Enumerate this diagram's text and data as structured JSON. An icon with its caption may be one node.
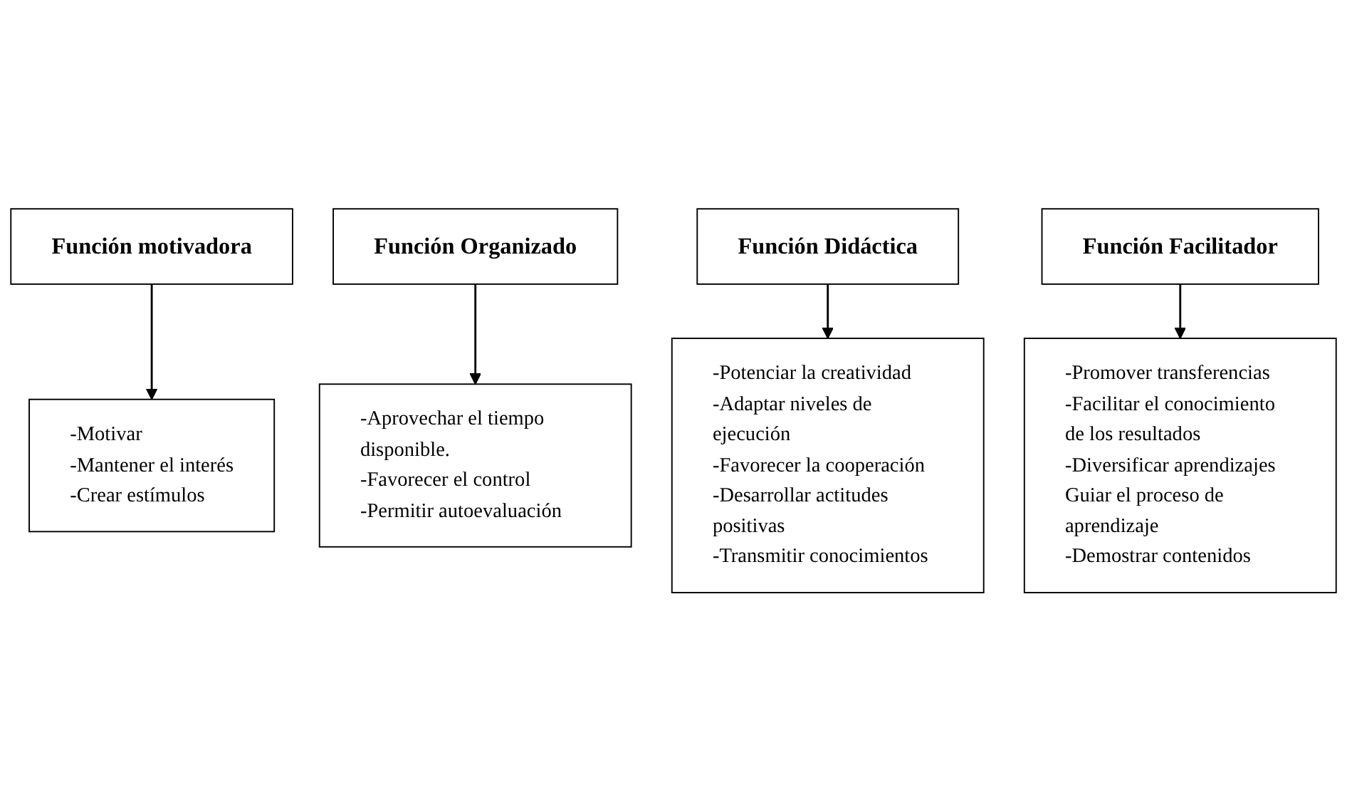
{
  "diagram": {
    "nodes": [
      {
        "text": [
          "Función motivadora"
        ]
      },
      {
        "text": [
          "Función Organizado"
        ]
      },
      {
        "text": [
          "Función Didáctica"
        ]
      },
      {
        "text": [
          "Función Facilitador"
        ]
      },
      {
        "text": [
          "-Motivar",
          "-Mantener el interés",
          "-Crear estímulos"
        ]
      },
      {
        "text": [
          "-Aprovechar el tiempo disponible.",
          "-Favorecer el control",
          "-Permitir autoevaluación"
        ]
      },
      {
        "text": [
          "-Potenciar la creatividad",
          "-Adaptar niveles de ejecución",
          "-Favorecer la cooperación",
          "-Desarrollar actitudes positivas",
          "-Transmitir conocimientos"
        ]
      },
      {
        "text": [
          "-Promover transferencias",
          "-Facilitar el conocimiento de los resultados",
          "-Diversificar aprendizajes",
          "Guiar el proceso de aprendizaje",
          "-Demostrar contenidos"
        ]
      }
    ],
    "edges": [
      {
        "from": 0,
        "to": 4,
        "arrow": "to"
      },
      {
        "from": 1,
        "to": 5,
        "arrow": "to"
      },
      {
        "from": 2,
        "to": 6,
        "arrow": "to"
      },
      {
        "from": 3,
        "to": 7,
        "arrow": "to"
      }
    ]
  }
}
